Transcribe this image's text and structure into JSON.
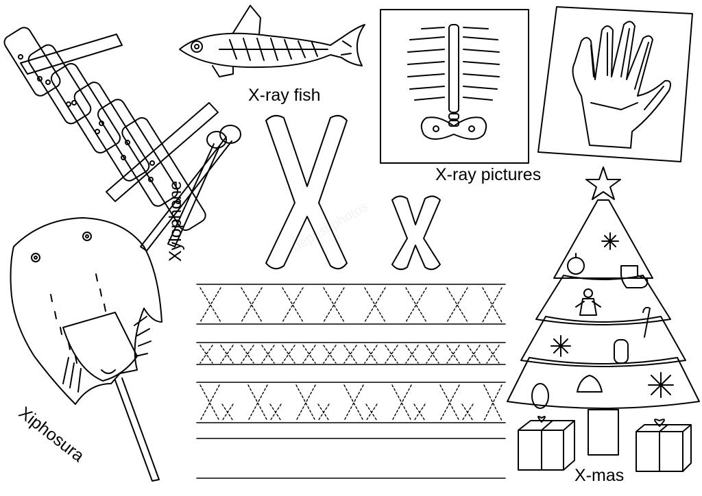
{
  "labels": {
    "fish": "X-ray fish",
    "pictures": "X-ray pictures",
    "xylophone": "Xylophone",
    "xiphosura": "Xiphosura",
    "xmas": "X-mas"
  },
  "watermark": "depositphotos",
  "colors": {
    "ink": "#000000",
    "paper": "#ffffff"
  }
}
